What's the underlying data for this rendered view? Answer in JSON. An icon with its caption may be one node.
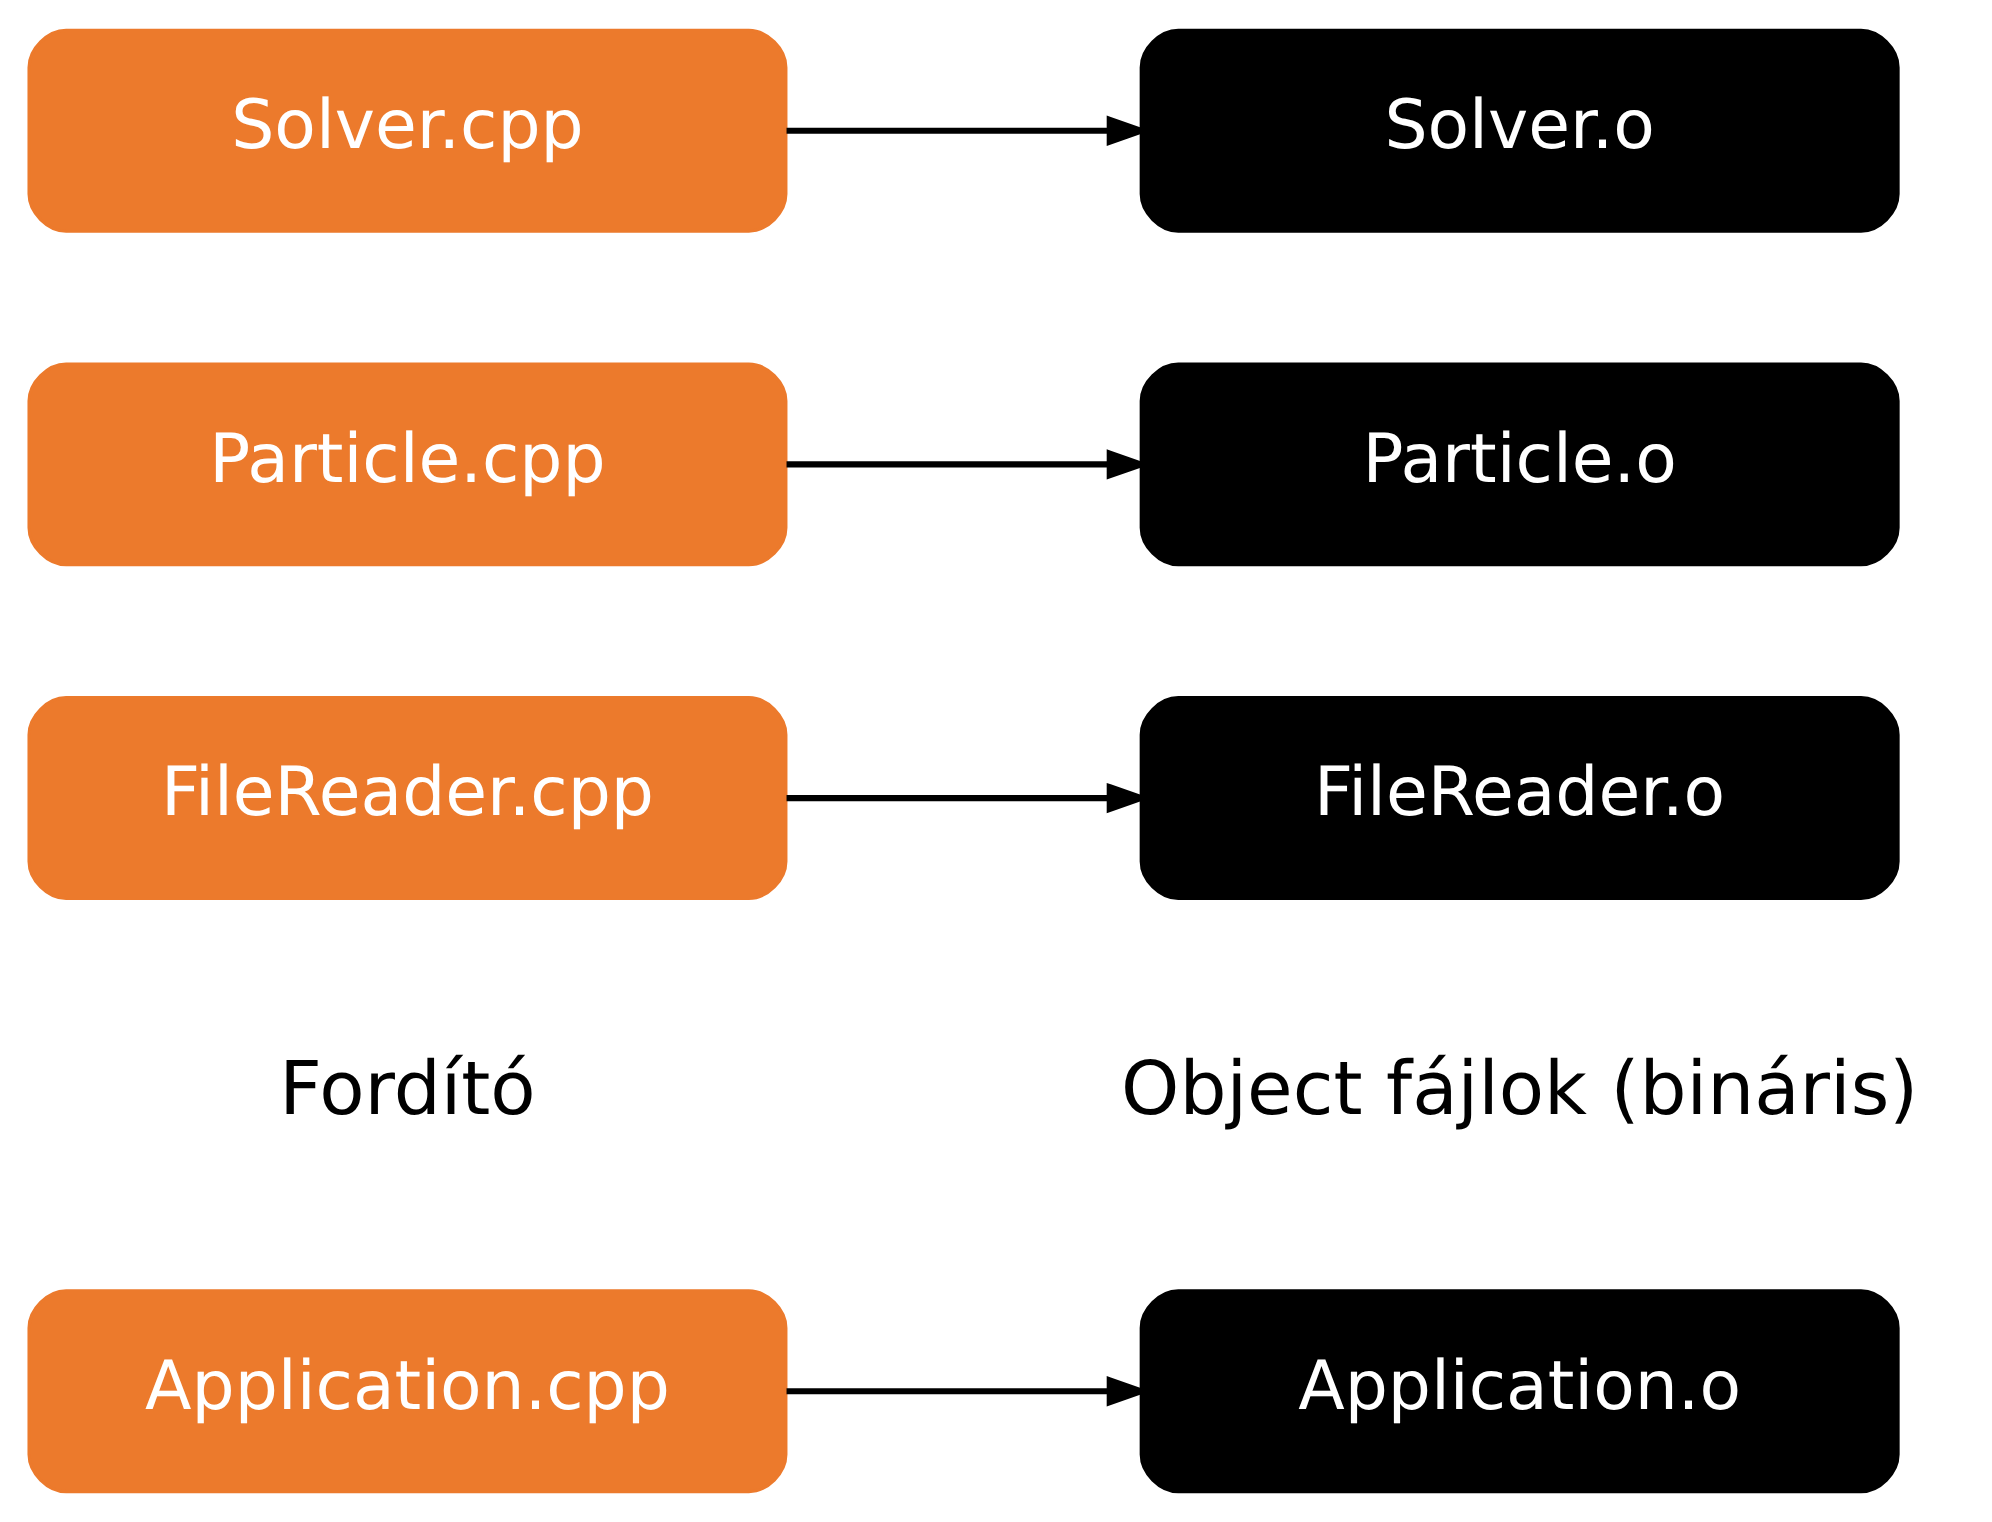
{
  "diagram": {
    "nodes": [
      {
        "text": [
          "Application.cpp"
        ]
      },
      {
        "text": [
          "Application.o"
        ]
      },
      {
        "text": [
          "FileReader.cpp"
        ]
      },
      {
        "text": [
          "FileReader.o"
        ]
      },
      {
        "text": [
          "Particle.cpp"
        ]
      },
      {
        "text": [
          "Particle.o"
        ]
      },
      {
        "text": [
          "Solver.cpp"
        ]
      },
      {
        "text": [
          "Solver.o"
        ]
      }
    ],
    "edges": [
      {
        "from": 0,
        "to": 1,
        "arrow": "to"
      },
      {
        "from": 2,
        "to": 3,
        "arrow": "to"
      },
      {
        "from": 4,
        "to": 5,
        "arrow": "to"
      },
      {
        "from": 6,
        "to": 7,
        "arrow": "to"
      }
    ],
    "labels": [
      "Fordító",
      "Object fájlok (bináris)"
    ]
  }
}
